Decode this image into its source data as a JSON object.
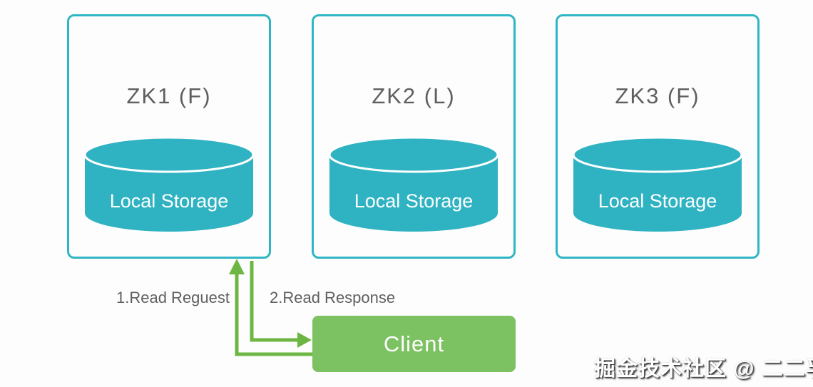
{
  "nodes": [
    {
      "title": "ZK1 (F)",
      "storage": "Local Storage"
    },
    {
      "title": "ZK2 (L)",
      "storage": "Local Storage"
    },
    {
      "title": "ZK3 (F)",
      "storage": "Local Storage"
    }
  ],
  "client": {
    "label": "Client"
  },
  "arrows": [
    {
      "label": "1.Read Reguest",
      "from": "Client",
      "to": "ZK1"
    },
    {
      "label": "2.Read Response",
      "from": "ZK1",
      "to": "Client"
    }
  ],
  "watermark": "掘金技术社区 @ 二二孚日",
  "colors": {
    "node_border_teal": "#2eb6c5",
    "cylinder_teal": "#2fb3c2",
    "arrow_green": "#6eb644",
    "client_green": "#7cc162",
    "text_gray": "#5f5f5f",
    "storage_text": "#ffffff",
    "background": "#fdfdfd"
  }
}
